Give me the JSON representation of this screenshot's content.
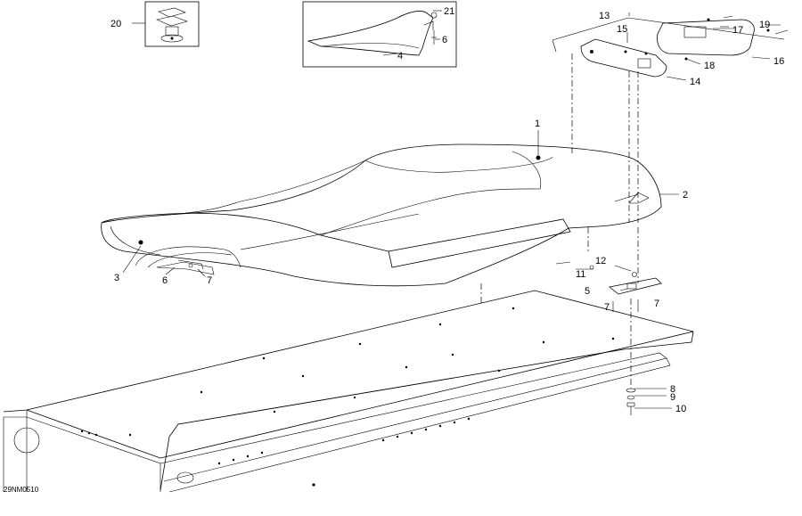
{
  "diagram_code": "29NM0510",
  "part_labels": {
    "p1": "1",
    "p2": "2",
    "p3": "3",
    "p4": "4",
    "p5": "5",
    "p6a": "6",
    "p6b": "6",
    "p7a": "7",
    "p7b": "7",
    "p7c": "7",
    "p8": "8",
    "p9": "9",
    "p10": "10",
    "p11": "11",
    "p12": "12",
    "p13": "13",
    "p14": "14",
    "p15": "15",
    "p16": "16",
    "p17": "17",
    "p18": "18",
    "p19": "19",
    "p20": "20",
    "p21": "21"
  }
}
